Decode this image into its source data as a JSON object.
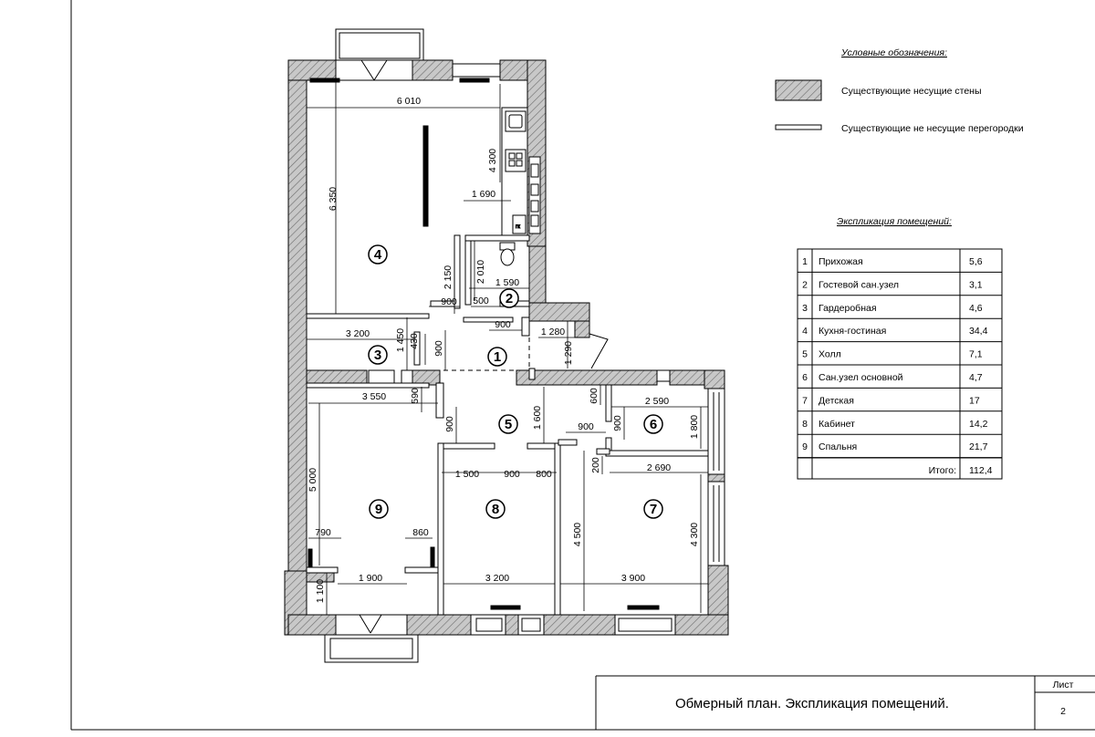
{
  "legend": {
    "title": "Условные обозначения:",
    "items": [
      {
        "label": "Существующие несущие стены"
      },
      {
        "label": "Существующие не несущие перегородки"
      }
    ]
  },
  "explication": {
    "title": "Экспликация помещений:",
    "rooms": [
      {
        "no": "1",
        "name": "Прихожая",
        "area": "5,6"
      },
      {
        "no": "2",
        "name": "Гостевой сан.узел",
        "area": "3,1"
      },
      {
        "no": "3",
        "name": "Гардеробная",
        "area": "4,6"
      },
      {
        "no": "4",
        "name": "Кухня-гостиная",
        "area": "34,4"
      },
      {
        "no": "5",
        "name": "Холл",
        "area": "7,1"
      },
      {
        "no": "6",
        "name": "Сан.узел основной",
        "area": "4,7"
      },
      {
        "no": "7",
        "name": "Детская",
        "area": "17"
      },
      {
        "no": "8",
        "name": "Кабинет",
        "area": "14,2"
      },
      {
        "no": "9",
        "name": "Спальня",
        "area": "21,7"
      }
    ],
    "total_label": "Итого:",
    "total_value": "112,4"
  },
  "title_block": {
    "title": "Обмерный план. Экспликация помещений.",
    "sheet_label": "Лист",
    "sheet_number": "2"
  },
  "plan": {
    "room_numbers": [
      "1",
      "2",
      "3",
      "4",
      "5",
      "6",
      "7",
      "8",
      "9"
    ],
    "dimensions": {
      "d6010": "6 010",
      "d6350": "6 350",
      "d4300a": "4 300",
      "d1690": "1 690",
      "d2150": "2 150",
      "d2010": "2 010",
      "d1590": "1 590",
      "d900a": "900",
      "d500": "500",
      "d900b": "900",
      "d3200a": "3 200",
      "d1450": "1 450",
      "d430": "430",
      "d900c": "900",
      "d1280": "1 280",
      "d1290": "1 290",
      "d3550": "3 550",
      "d590": "590",
      "d900d": "900",
      "d1600": "1 600",
      "d600": "600",
      "d2590": "2 590",
      "d900e": "900",
      "d900f": "900",
      "d1800": "1 800",
      "d1500": "1 500",
      "d900g": "900",
      "d800": "800",
      "d200": "200",
      "d2690": "2 690",
      "d5000": "5 000",
      "d790": "790",
      "d860": "860",
      "d4500": "4 500",
      "d4300b": "4 300",
      "d1100": "1 100",
      "d1900": "1 900",
      "d3200b": "3 200",
      "d3900": "3 900"
    },
    "fixture_label": "гк"
  }
}
